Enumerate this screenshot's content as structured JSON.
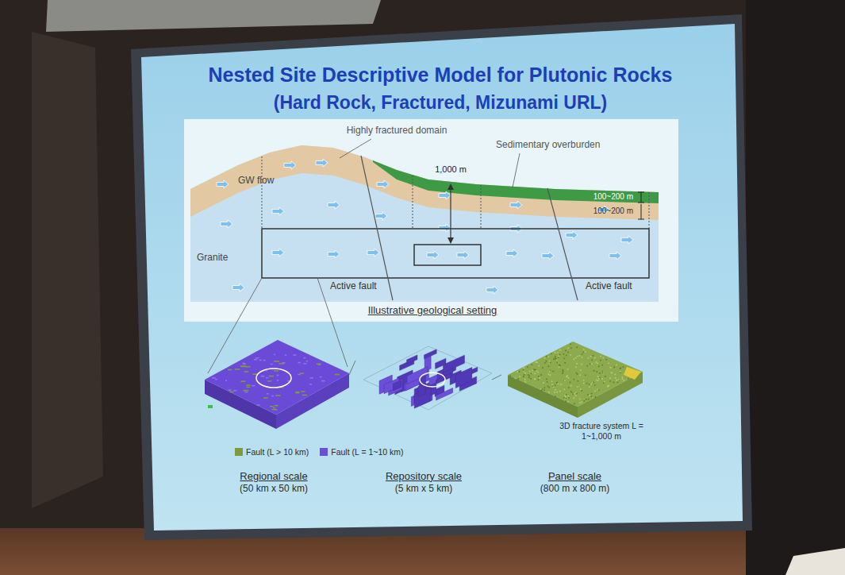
{
  "diagram": {
    "title": "Nested Site Descriptive Model for Plutonic Rocks",
    "nodes": [
      {
        "text": [
          "Regional scale",
          "(50 km x 50 km)"
        ]
      },
      {
        "text": [
          "Repository scale",
          "(5 km x 5 km)"
        ]
      },
      {
        "text": [
          "3D fracture system L = 1~1,000 m",
          "Panel scale",
          "(800 m x 800 m)"
        ]
      }
    ],
    "edges": [
      {
        "from": 0,
        "to": 1,
        "arrow": "none"
      },
      {
        "from": 1,
        "to": 2,
        "arrow": "none"
      }
    ],
    "labels": [
      "(Hard Rock, Fractured, Mizunami URL)",
      "Highly fractured domain",
      "Sedimentary overburden",
      "1,000 m",
      "100~200 m",
      "100~200 m",
      "GW flow",
      "Granite",
      "Active fault",
      "Active fault",
      "Illustrative geological setting"
    ],
    "legend": [
      {
        "text": "Fault (L > 10 km)",
        "color": "#7d9a3c"
      },
      {
        "text": "Fault (L = 1~10 km)",
        "color": "#6b4fd8"
      }
    ]
  }
}
